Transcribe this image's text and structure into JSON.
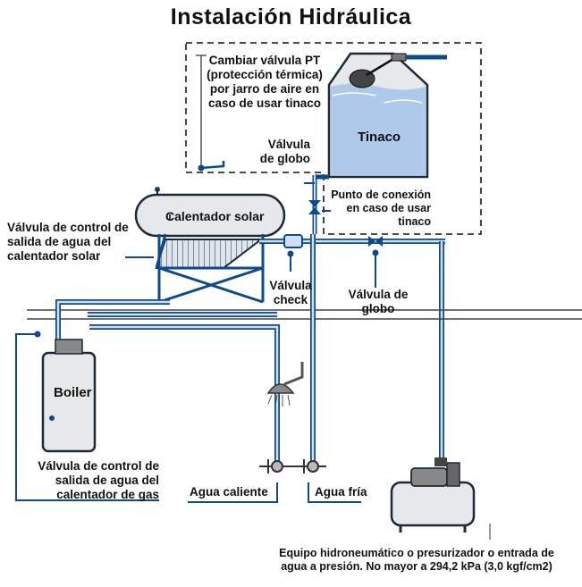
{
  "title": "Instalación Hidráulica",
  "labels": {
    "pt_valve": [
      "Cambiar válvula PT",
      "(protección térmica)",
      "por jarro de aire en",
      "caso de usar tinaco"
    ],
    "tinaco": "Tinaco",
    "globe_valve_top": [
      "Válvula",
      "de globo"
    ],
    "connection_point": [
      "Punto de conexión",
      "en caso de usar",
      "tinaco"
    ],
    "solar_heater": "Calentador solar",
    "solar_outlet_valve": [
      "Válvula de control de",
      "salida de agua del",
      "calentador solar"
    ],
    "check_valve": [
      "Válvula",
      "check"
    ],
    "globe_valve_right": [
      "Válvula de",
      "globo"
    ],
    "boiler": "Boiler",
    "gas_outlet_valve": [
      "Válvula de control de",
      "salida de agua del",
      "calentador de gas"
    ],
    "hot_water": "Agua caliente",
    "cold_water": "Agua fría",
    "pump_note": [
      "Equipo hidroneumático o presurizador o entrada de",
      "agua a presión. No mayor a 294,2 kPa (3,0 kgf/cm2)"
    ]
  },
  "colors": {
    "pipe_blue": "#0d4a8c",
    "pipe_fill": "#cfe0f5",
    "water": "#aec9ea",
    "tank_fill": "#e6e8ea",
    "outline": "#1b2a3a"
  }
}
